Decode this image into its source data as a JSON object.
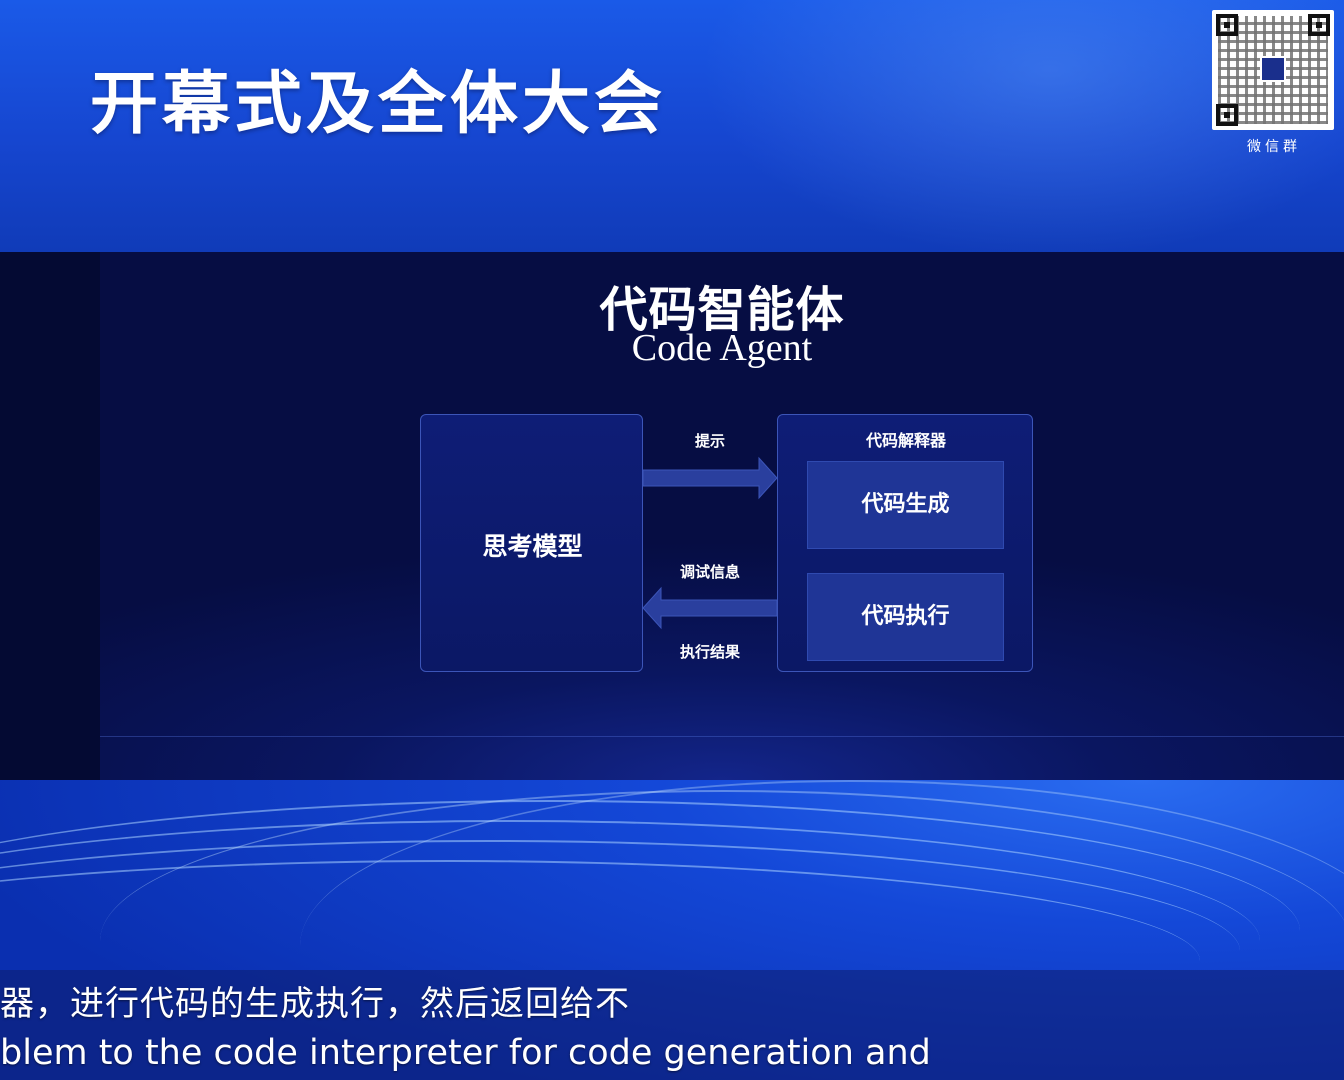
{
  "header": {
    "event_title": "开幕式及全体大会",
    "qr_label": "微信群"
  },
  "slide": {
    "title_cn": "代码智能体",
    "title_en": "Code Agent",
    "thinking_model": "思考模型",
    "interpreter": {
      "title": "代码解释器",
      "generation": "代码生成",
      "execution": "代码执行"
    },
    "edges": {
      "prompt": "提示",
      "debug_info": "调试信息",
      "exec_result": "执行结果"
    }
  },
  "subtitles": {
    "cn": "器，进行代码的生成执行，然后返回给不",
    "en": "blem to the code interpreter for code generation and"
  },
  "colors": {
    "banner_blue": "#1a5ae8",
    "slide_navy": "#060d43",
    "box_fill": "#0e1d76",
    "inner_box_fill": "#1f3596",
    "arrow_fill": "#2a3f9e"
  }
}
